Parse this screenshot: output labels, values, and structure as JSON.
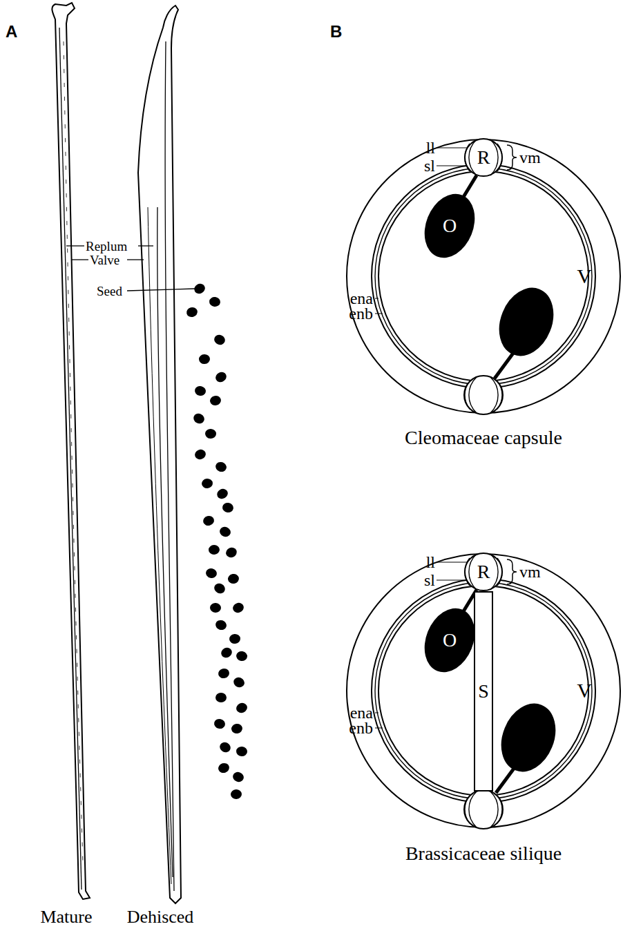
{
  "diagram": {
    "nodes": [
      {
        "text": [
          "R"
        ]
      },
      {
        "text": [
          "O"
        ]
      },
      {
        "text": [
          "R"
        ]
      },
      {
        "text": [
          "O"
        ]
      },
      {
        "text": [
          "S"
        ]
      }
    ],
    "labels": [
      "A",
      "Replum",
      "Valve",
      "Seed",
      "Mature",
      "Dehisced",
      "B",
      "ll",
      "sl",
      "vm",
      "ena",
      "enb",
      "V",
      "Cleomaceae capsule",
      "ll",
      "sl",
      "vm",
      "ena",
      "enb",
      "V",
      "Brassicaceae silique"
    ]
  }
}
